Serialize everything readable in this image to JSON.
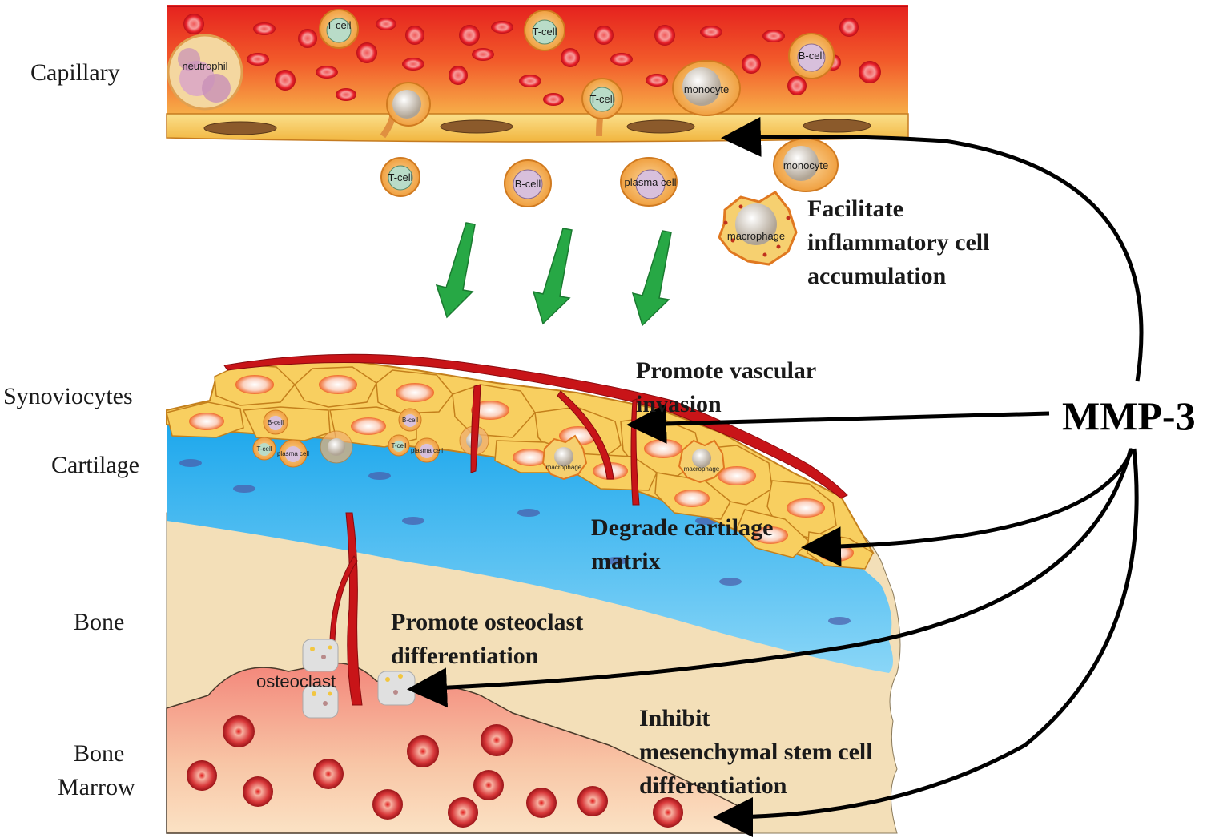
{
  "tissue_labels": {
    "capillary": "Capillary",
    "synoviocytes": "Synoviocytes",
    "cartilage": "Cartilage",
    "bone": "Bone",
    "bone_marrow_line1": "Bone",
    "bone_marrow_line2": "Marrow"
  },
  "mediator": "MMP-3",
  "effects": {
    "accumulation": [
      "Facilitate",
      "inflammatory cell",
      "accumulation"
    ],
    "vascular": [
      "Promote vascular",
      "invasion"
    ],
    "cartilage": [
      "Degrade cartilage",
      "matrix"
    ],
    "osteoclast": [
      "Promote osteoclast",
      "differentiation"
    ],
    "msc": [
      "Inhibit",
      "mesenchymal stem cell",
      "differentiation"
    ]
  },
  "cell_labels": {
    "neutrophil": "neutrophil",
    "t_cell": "T-cell",
    "b_cell": "B-cell",
    "monocyte": "monocyte",
    "plasma_cell": "plasma cell",
    "macrophage": "macrophage",
    "osteoclast": "osteoclast"
  },
  "colors": {
    "capillary_red": "#e8202a",
    "endothelium": "#f6c85a",
    "cartilage_blue": "#29b6f0",
    "bone_tan": "#f3dfb8",
    "marrow_pink": "#f7a48f",
    "arrow_green": "#27a845"
  }
}
